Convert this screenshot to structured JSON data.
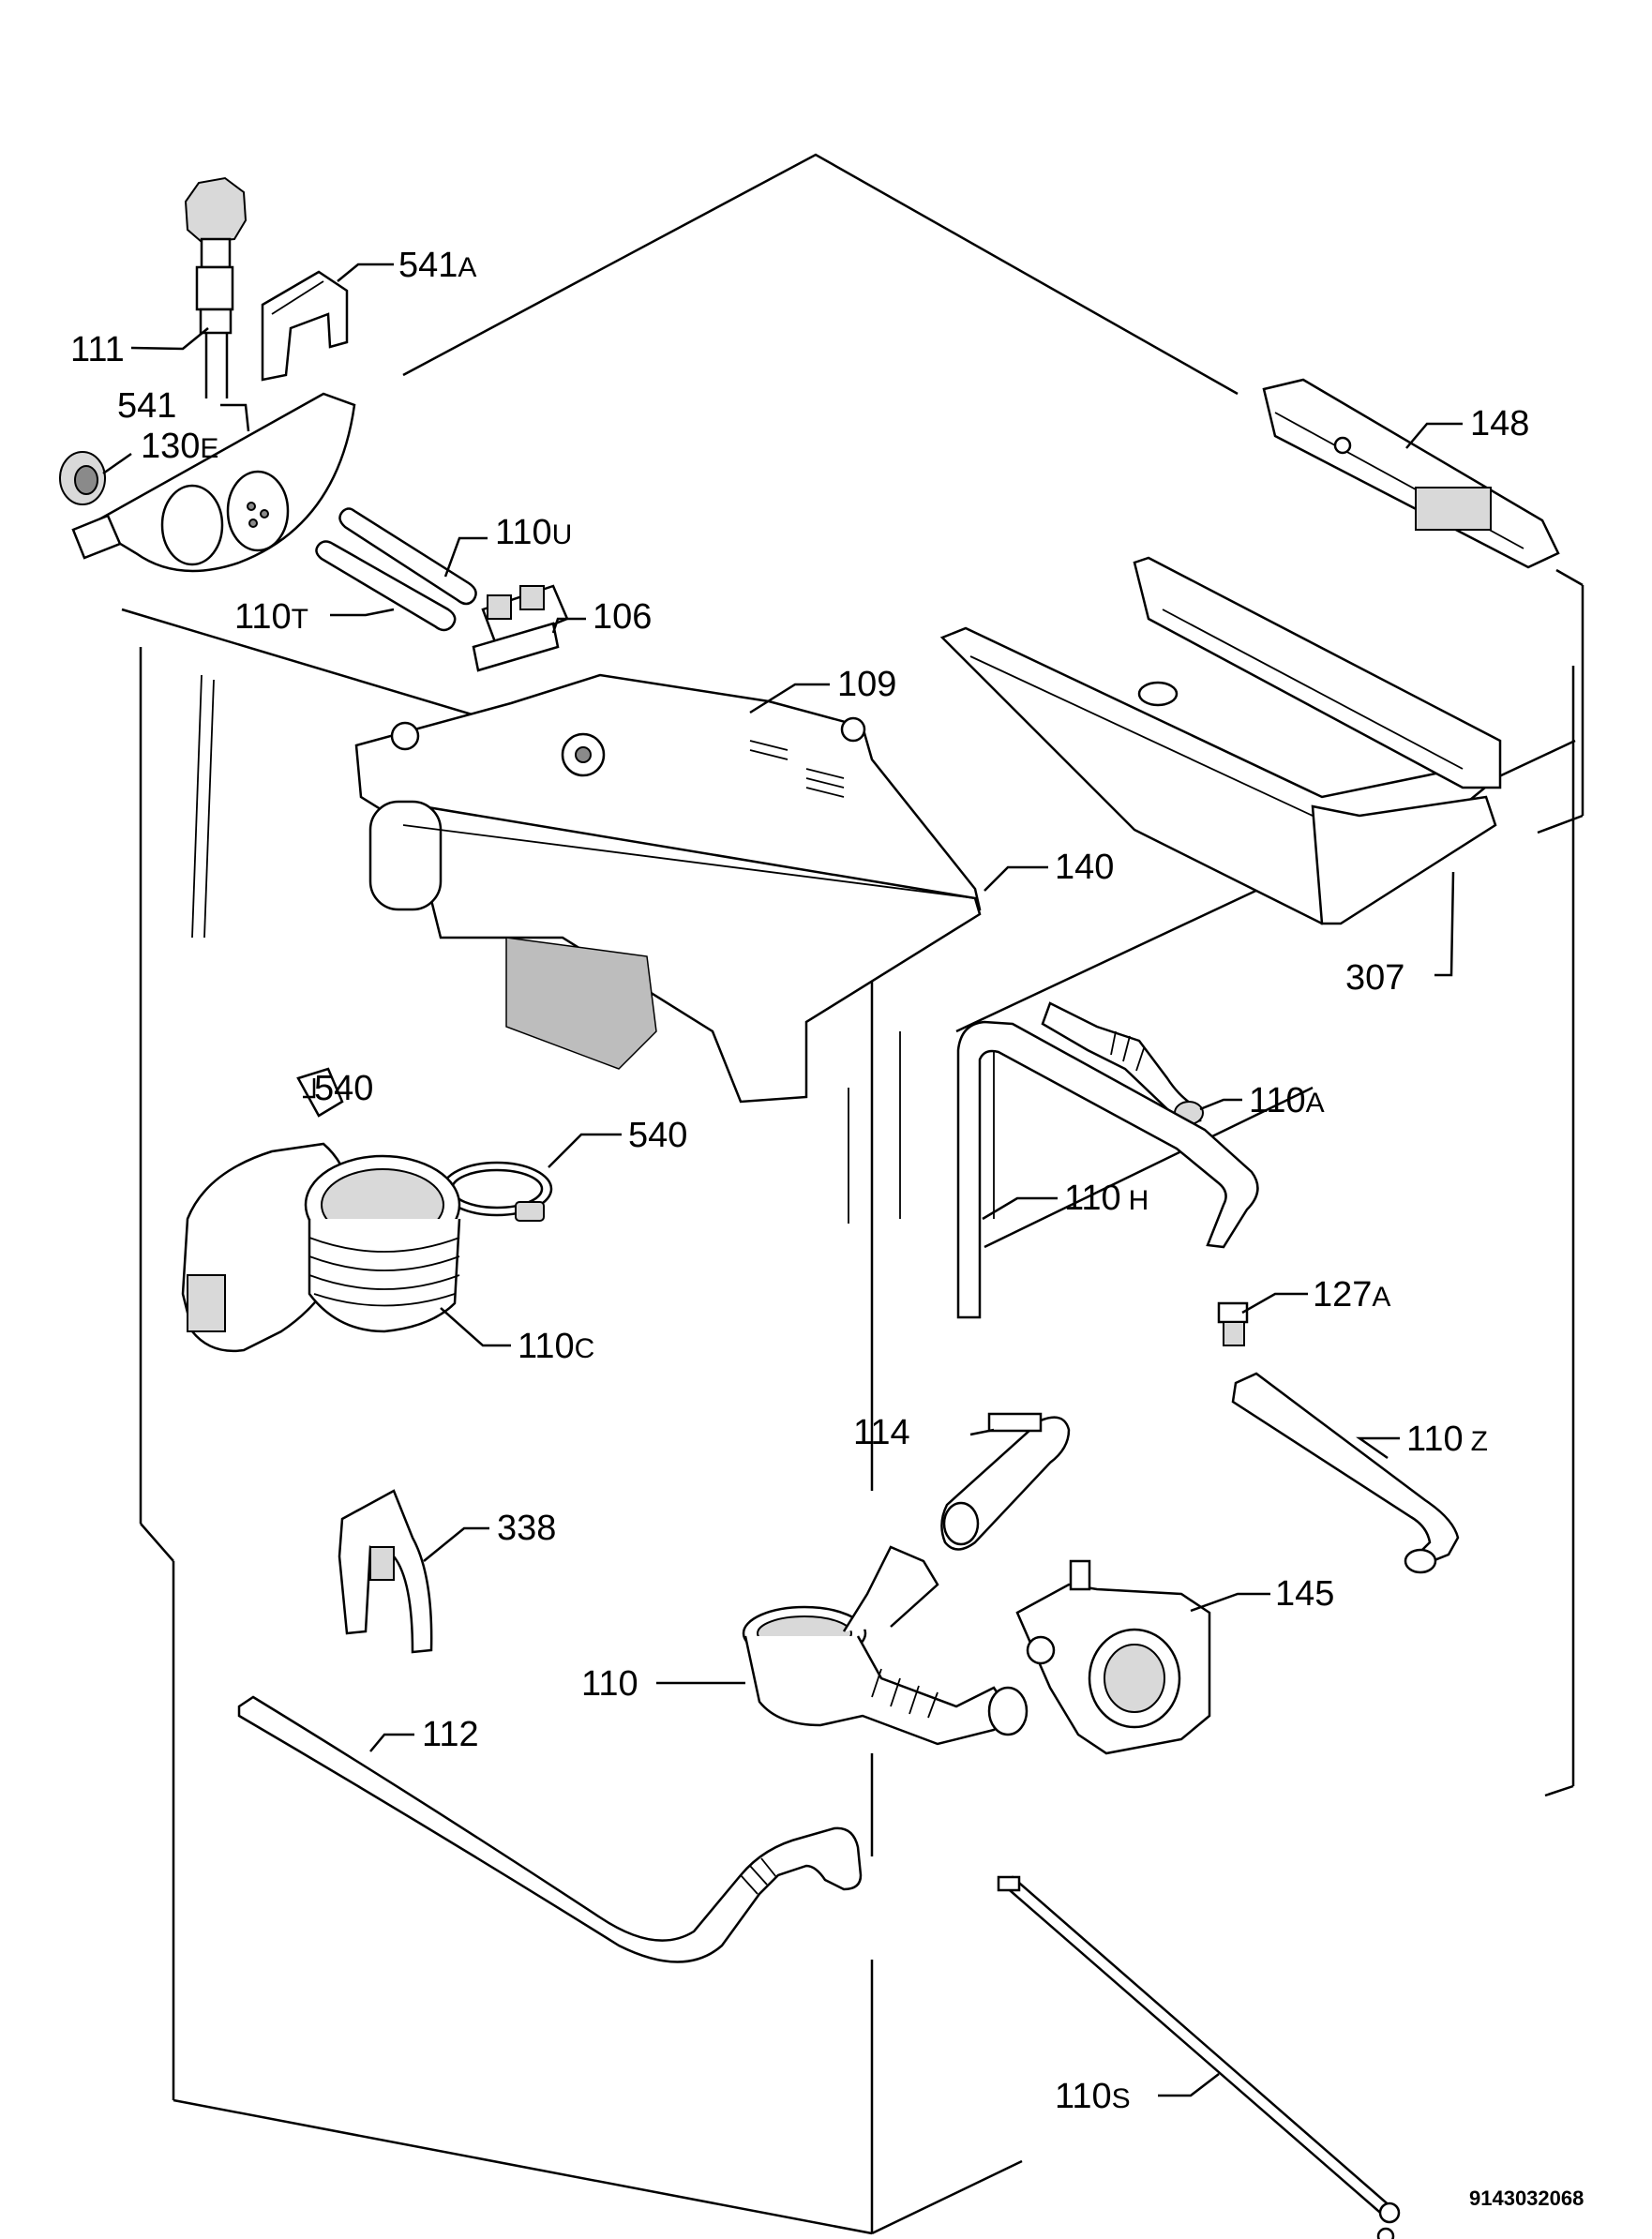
{
  "parts": [
    {
      "id": "p111",
      "number": "111",
      "suffix": ""
    },
    {
      "id": "p541a",
      "number": "541",
      "suffix": "A"
    },
    {
      "id": "p541",
      "number": "541",
      "suffix": ""
    },
    {
      "id": "p130e",
      "number": "130",
      "suffix": "E"
    },
    {
      "id": "p110u",
      "number": "110",
      "suffix": "U"
    },
    {
      "id": "p110t",
      "number": "110",
      "suffix": "T"
    },
    {
      "id": "p106",
      "number": "106",
      "suffix": ""
    },
    {
      "id": "p109",
      "number": "109",
      "suffix": ""
    },
    {
      "id": "p148",
      "number": "148",
      "suffix": ""
    },
    {
      "id": "p140",
      "number": "140",
      "suffix": ""
    },
    {
      "id": "p307",
      "number": "307",
      "suffix": ""
    },
    {
      "id": "p540a",
      "number": "540",
      "suffix": ""
    },
    {
      "id": "p540b",
      "number": "540",
      "suffix": ""
    },
    {
      "id": "p110a",
      "number": "110",
      "suffix": "A"
    },
    {
      "id": "p110h",
      "number": "110",
      "suffix": "H"
    },
    {
      "id": "p110c",
      "number": "110",
      "suffix": "C"
    },
    {
      "id": "p127a",
      "number": "127",
      "suffix": "A"
    },
    {
      "id": "p114",
      "number": "114",
      "suffix": ""
    },
    {
      "id": "p110z",
      "number": "110",
      "suffix": "Z"
    },
    {
      "id": "p338",
      "number": "338",
      "suffix": ""
    },
    {
      "id": "p145",
      "number": "145",
      "suffix": ""
    },
    {
      "id": "p110",
      "number": "110",
      "suffix": ""
    },
    {
      "id": "p112",
      "number": "112",
      "suffix": ""
    },
    {
      "id": "p110s",
      "number": "110",
      "suffix": "S"
    }
  ],
  "drawing_code": "9143032068"
}
